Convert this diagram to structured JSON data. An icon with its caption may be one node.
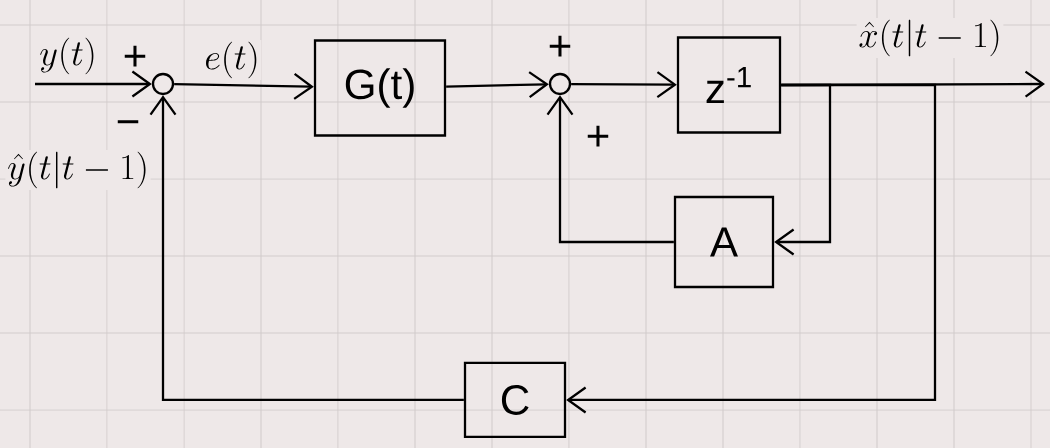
{
  "diagram": {
    "nodes": [
      {
        "text": [],
        "shape": "circle"
      },
      {
        "text": [
          "G(t)"
        ]
      },
      {
        "text": [],
        "shape": "circle"
      },
      {
        "text": [
          "z$^{-1}$"
        ]
      },
      {
        "text": [
          "A"
        ]
      },
      {
        "text": [
          "C"
        ]
      }
    ],
    "edges": [
      {
        "from": null,
        "to": 0,
        "arrow": "to",
        "label": "y(t)"
      },
      {
        "from": 0,
        "to": 1,
        "arrow": "to",
        "label": "e(t)"
      },
      {
        "from": 1,
        "to": 2,
        "arrow": "to"
      },
      {
        "from": 2,
        "to": 3,
        "arrow": "to"
      },
      {
        "from": 3,
        "to": null,
        "arrow": "to",
        "label": "\\hat{x}(t|t-1)"
      },
      {
        "from": 3,
        "to": 4,
        "arrow": "to"
      },
      {
        "from": 3,
        "to": 5,
        "arrow": "to"
      },
      {
        "from": 4,
        "to": 2,
        "arrow": "to"
      },
      {
        "from": 5,
        "to": 0,
        "arrow": "to",
        "label": "\\hat{y}(t|t-1)"
      }
    ],
    "labels": [
      "+",
      "−",
      "+",
      "+"
    ]
  }
}
